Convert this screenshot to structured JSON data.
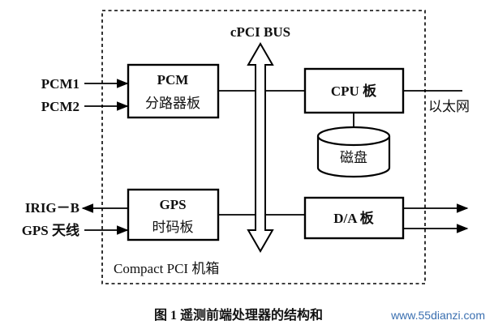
{
  "bus": {
    "label": "cPCI BUS"
  },
  "chassis": {
    "label": "Compact PCI 机箱"
  },
  "pcm_board": {
    "line1": "PCM",
    "line2": "分路器板"
  },
  "cpu_board": {
    "label": "CPU 板"
  },
  "disk": {
    "label": "磁盘"
  },
  "gps_board": {
    "line1": "GPS",
    "line2": "时码板"
  },
  "da_board": {
    "label": "D/A 板"
  },
  "signals": {
    "pcm1": "PCM1",
    "pcm2": "PCM2",
    "irig_b": "IRIG－B",
    "gps_antenna": "GPS 天线",
    "ethernet": "以太网"
  },
  "caption": "图 1  遥测前端处理器的结构和",
  "watermark": "www.55dianzi.com"
}
